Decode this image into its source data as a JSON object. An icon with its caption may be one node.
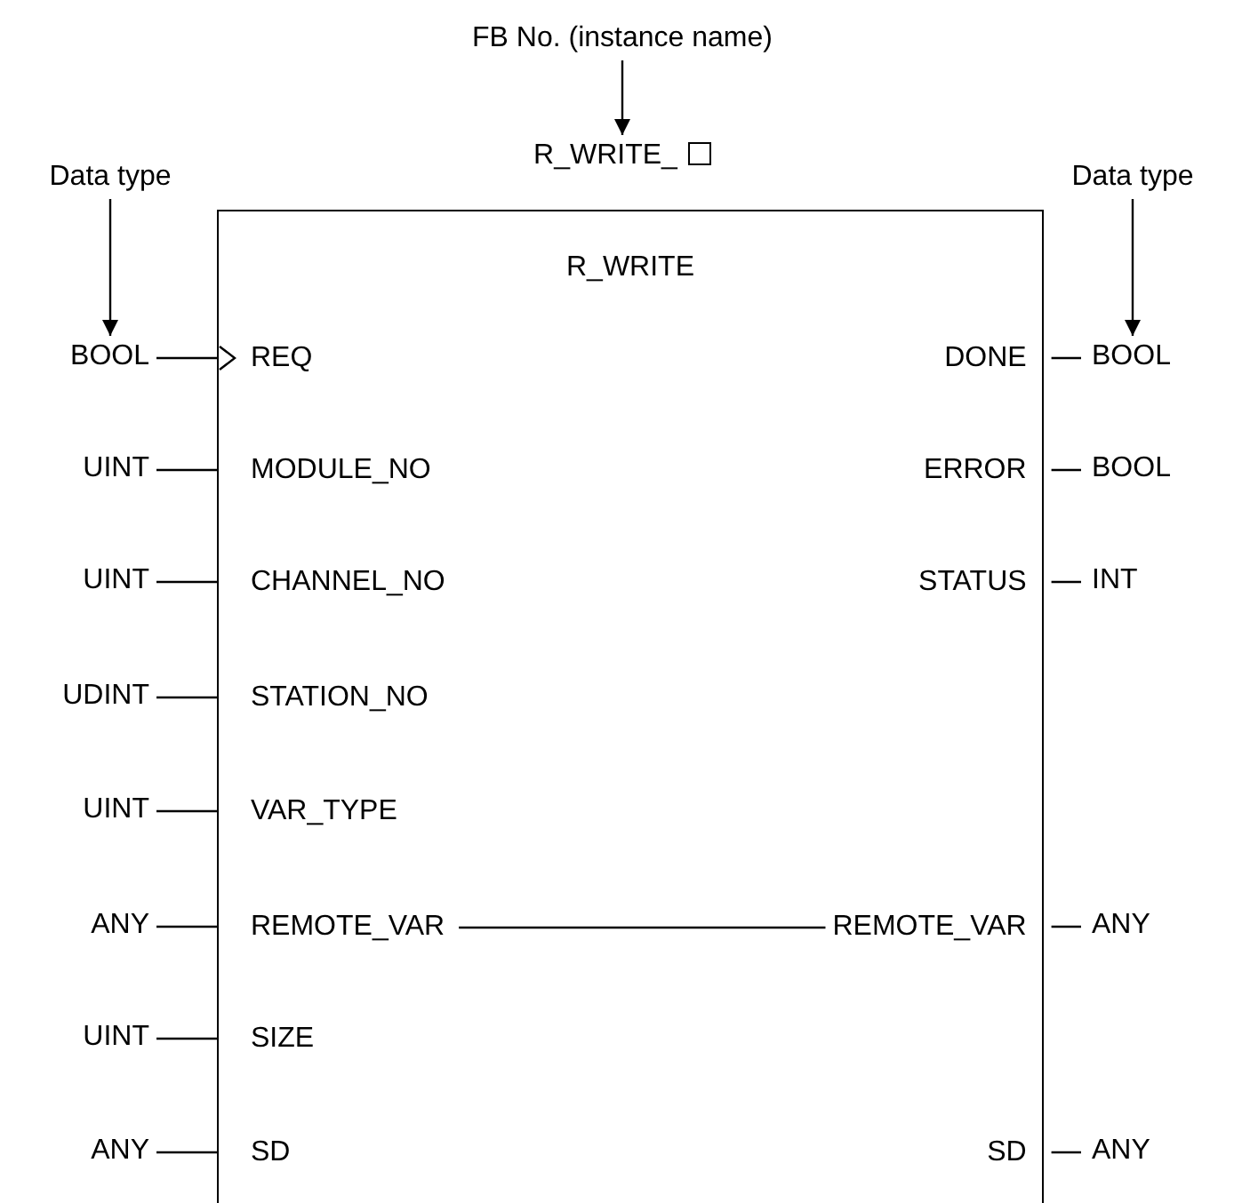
{
  "diagram": {
    "nodes": [
      {
        "text": [
          "FB No. (instance name)"
        ]
      },
      {
        "text": [
          "R_WRITE_"
        ]
      },
      {
        "text": [
          "Data type"
        ]
      },
      {
        "text": [
          "Data type"
        ]
      },
      {
        "text": [
          "R_WRITE"
        ]
      },
      {
        "text": [
          "REQ"
        ],
        "in": 4
      },
      {
        "text": [
          "MODULE_NO"
        ],
        "in": 4
      },
      {
        "text": [
          "CHANNEL_NO"
        ],
        "in": 4
      },
      {
        "text": [
          "STATION_NO"
        ],
        "in": 4
      },
      {
        "text": [
          "VAR_TYPE"
        ],
        "in": 4
      },
      {
        "text": [
          "REMOTE_VAR"
        ],
        "in": 4
      },
      {
        "text": [
          "SIZE"
        ],
        "in": 4
      },
      {
        "text": [
          "SD"
        ],
        "in": 4
      },
      {
        "text": [
          "DONE"
        ],
        "in": 4
      },
      {
        "text": [
          "ERROR"
        ],
        "in": 4
      },
      {
        "text": [
          "STATUS"
        ],
        "in": 4
      },
      {
        "text": [
          "REMOTE_VAR"
        ],
        "in": 4
      },
      {
        "text": [
          "SD"
        ],
        "in": 4
      },
      {
        "text": [
          "BOOL"
        ]
      },
      {
        "text": [
          "UINT"
        ]
      },
      {
        "text": [
          "UINT"
        ]
      },
      {
        "text": [
          "UDINT"
        ]
      },
      {
        "text": [
          "UINT"
        ]
      },
      {
        "text": [
          "ANY"
        ]
      },
      {
        "text": [
          "UINT"
        ]
      },
      {
        "text": [
          "ANY"
        ]
      },
      {
        "text": [
          "BOOL"
        ]
      },
      {
        "text": [
          "BOOL"
        ]
      },
      {
        "text": [
          "INT"
        ]
      },
      {
        "text": [
          "ANY"
        ]
      },
      {
        "text": [
          "ANY"
        ]
      }
    ],
    "edges": [
      {
        "from": 0,
        "to": 1,
        "arrow": "to"
      },
      {
        "from": 2,
        "to": 18,
        "arrow": "to"
      },
      {
        "from": 3,
        "to": 26,
        "arrow": "to"
      },
      {
        "from": 18,
        "to": 5,
        "arrow": "to"
      },
      {
        "from": 19,
        "to": 6,
        "arrow": "none"
      },
      {
        "from": 20,
        "to": 7,
        "arrow": "none"
      },
      {
        "from": 21,
        "to": 8,
        "arrow": "none"
      },
      {
        "from": 22,
        "to": 9,
        "arrow": "none"
      },
      {
        "from": 23,
        "to": 10,
        "arrow": "none"
      },
      {
        "from": 24,
        "to": 11,
        "arrow": "none"
      },
      {
        "from": 25,
        "to": 12,
        "arrow": "none"
      },
      {
        "from": 10,
        "to": 16,
        "arrow": "none"
      },
      {
        "from": 13,
        "to": 26,
        "arrow": "none"
      },
      {
        "from": 14,
        "to": 27,
        "arrow": "none"
      },
      {
        "from": 15,
        "to": 28,
        "arrow": "none"
      },
      {
        "from": 16,
        "to": 29,
        "arrow": "none"
      },
      {
        "from": 17,
        "to": 30,
        "arrow": "none"
      }
    ]
  }
}
